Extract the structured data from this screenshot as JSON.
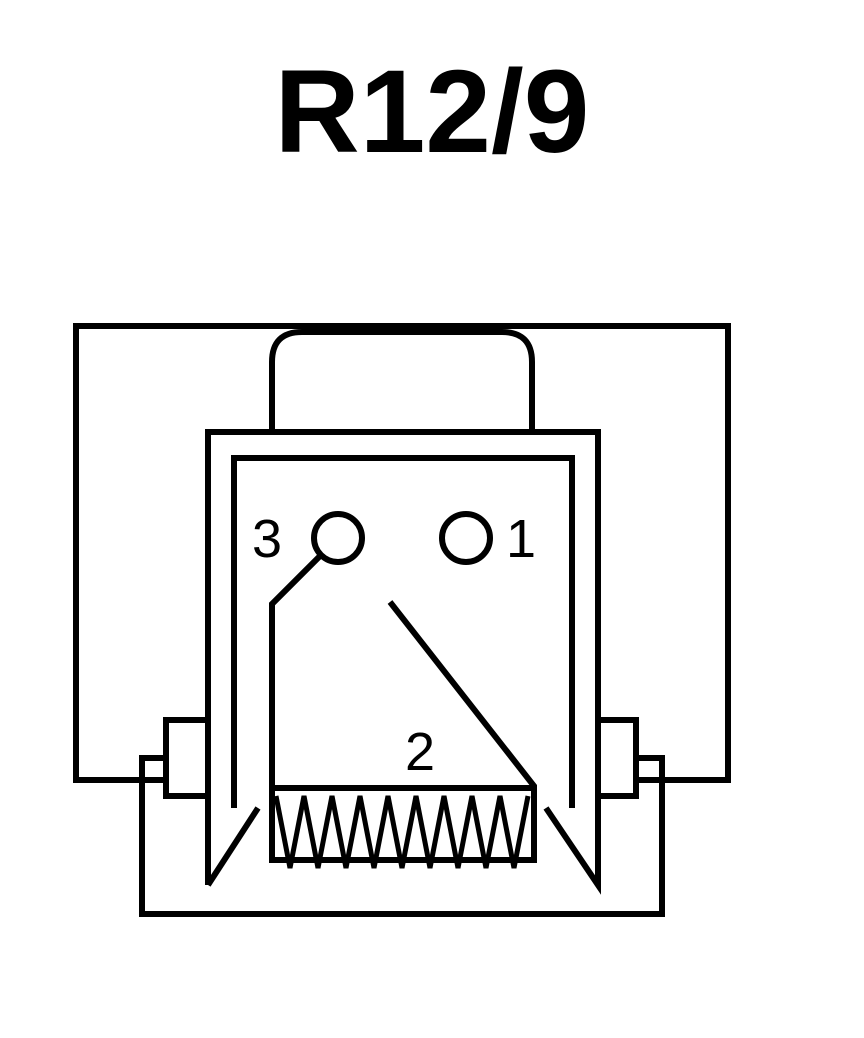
{
  "title": "R12/9",
  "terminals": {
    "left_label": "3",
    "right_label": "1",
    "wiper_label": "2"
  },
  "colors": {
    "stroke": "#000000",
    "background": "#ffffff"
  }
}
